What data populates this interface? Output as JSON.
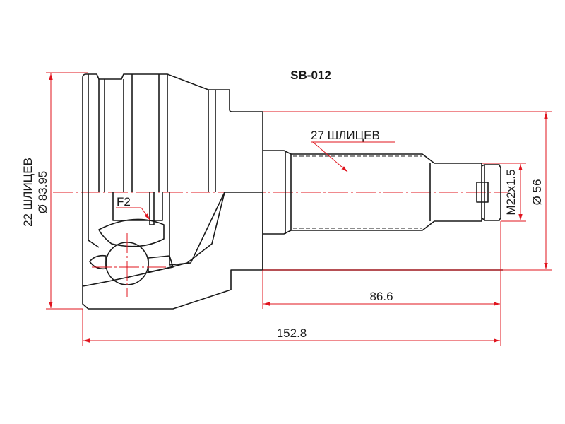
{
  "title": "SB-012",
  "labels": {
    "outer_splines": "22 ШЛИЦЕВ",
    "outer_diameter": "Ø 83.95",
    "shaft_splines": "27 ШЛИЦЕВ",
    "thread": "M22x1.5",
    "seal_diameter": "Ø 56",
    "shaft_length": "86.6",
    "total_length": "152.8",
    "callout": "F2"
  },
  "colors": {
    "dimension": "#e0141e",
    "outline": "#1a1a1a"
  }
}
